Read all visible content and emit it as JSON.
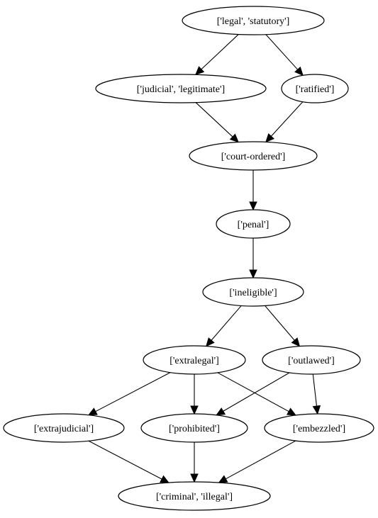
{
  "nodes": [
    {
      "id": "legal",
      "label": "['legal', 'statutory']"
    },
    {
      "id": "judicial",
      "label": "['judicial', 'legitimate']"
    },
    {
      "id": "ratified",
      "label": "['ratified']"
    },
    {
      "id": "court",
      "label": "['court-ordered']"
    },
    {
      "id": "penal",
      "label": "['penal']"
    },
    {
      "id": "ineligible",
      "label": "['ineligible']"
    },
    {
      "id": "extralegal",
      "label": "['extralegal']"
    },
    {
      "id": "outlawed",
      "label": "['outlawed']"
    },
    {
      "id": "extrajudicial",
      "label": "['extrajudicial']"
    },
    {
      "id": "prohibited",
      "label": "['prohibited']"
    },
    {
      "id": "embezzled",
      "label": "['embezzled']"
    },
    {
      "id": "criminal",
      "label": "['criminal', 'illegal']"
    }
  ],
  "edges": [
    {
      "from": "legal",
      "to": "judicial"
    },
    {
      "from": "legal",
      "to": "ratified"
    },
    {
      "from": "judicial",
      "to": "court"
    },
    {
      "from": "ratified",
      "to": "court"
    },
    {
      "from": "court",
      "to": "penal"
    },
    {
      "from": "penal",
      "to": "ineligible"
    },
    {
      "from": "ineligible",
      "to": "extralegal"
    },
    {
      "from": "ineligible",
      "to": "outlawed"
    },
    {
      "from": "extralegal",
      "to": "extrajudicial"
    },
    {
      "from": "extralegal",
      "to": "prohibited"
    },
    {
      "from": "extralegal",
      "to": "embezzled"
    },
    {
      "from": "outlawed",
      "to": "prohibited"
    },
    {
      "from": "outlawed",
      "to": "embezzled"
    },
    {
      "from": "extrajudicial",
      "to": "criminal"
    },
    {
      "from": "prohibited",
      "to": "criminal"
    },
    {
      "from": "embezzled",
      "to": "criminal"
    }
  ]
}
